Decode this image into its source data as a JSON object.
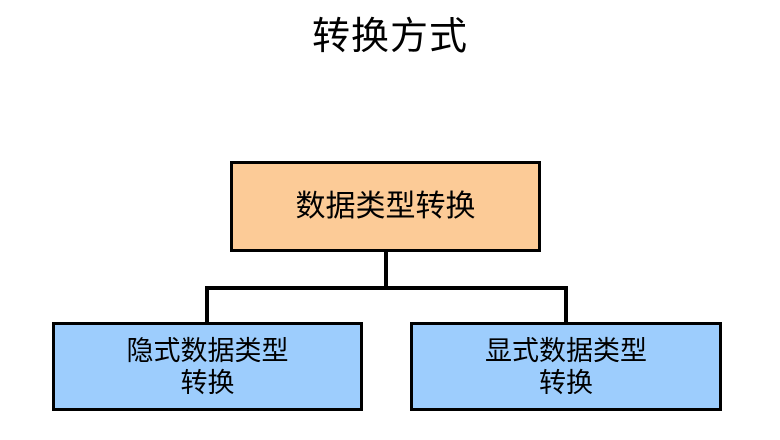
{
  "diagram": {
    "title": "转换方式",
    "root": {
      "label": "数据类型转换",
      "fill_color": "#FCCB97",
      "border_color": "#000000"
    },
    "children": [
      {
        "label": "隐式数据类型\n转换",
        "fill_color": "#9DCDFD",
        "border_color": "#000000"
      },
      {
        "label": "显式数据类型\n转换",
        "fill_color": "#9DCDFD",
        "border_color": "#000000"
      }
    ],
    "background_color": "#FFFFFF",
    "text_color": "#000000",
    "connector_color": "#000000"
  }
}
